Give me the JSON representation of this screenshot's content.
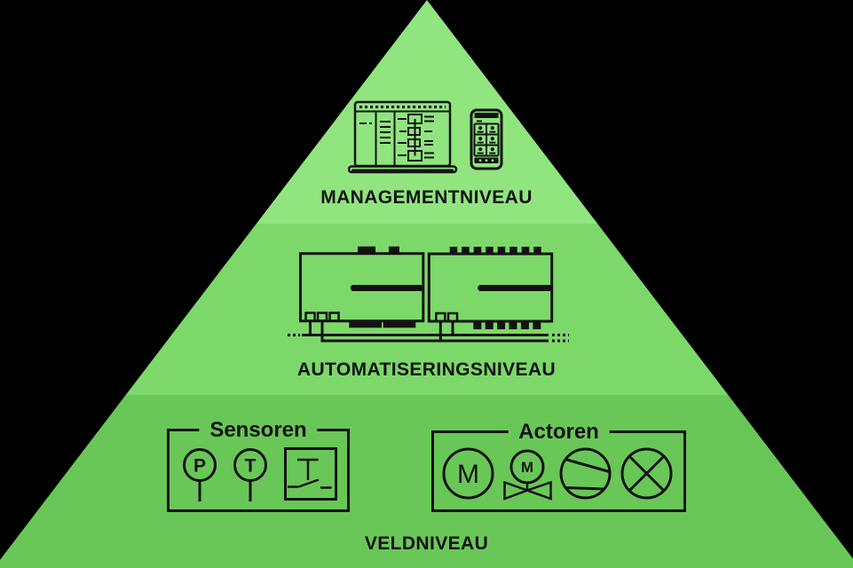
{
  "theme": {
    "colors": {
      "bg": "#000000",
      "ink": "#121212",
      "level1": "#90E57F",
      "level2": "#7CD869",
      "level3": "#69C757"
    }
  },
  "pyramid": {
    "levels": [
      {
        "key": "management",
        "label": "MANAGEMENTNIVEAU",
        "icons": [
          "laptop",
          "smartphone"
        ]
      },
      {
        "key": "automation",
        "label": "AUTOMATISERINGSNIVEAU",
        "icons": [
          "controller-left",
          "controller-right",
          "network-bus"
        ]
      },
      {
        "key": "field",
        "label": "VELDNIVEAU"
      }
    ],
    "field_groups": {
      "sensors": {
        "label": "Sensoren",
        "items": [
          {
            "name": "pressure-sensor",
            "letter": "P"
          },
          {
            "name": "temperature-sensor",
            "letter": "T"
          },
          {
            "name": "limit-switch"
          }
        ]
      },
      "actors": {
        "label": "Actoren",
        "items": [
          {
            "name": "motor",
            "letter": "M"
          },
          {
            "name": "motorized-valve",
            "letter": "M"
          },
          {
            "name": "fan"
          },
          {
            "name": "lamp"
          }
        ]
      }
    }
  }
}
